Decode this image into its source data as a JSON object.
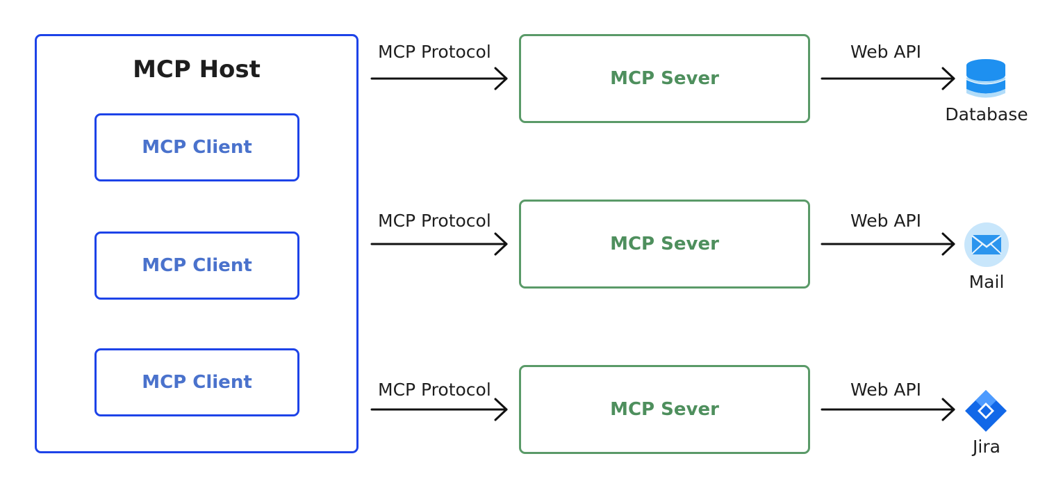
{
  "host": {
    "title": "MCP Host",
    "clients": [
      "MCP Client",
      "MCP Client",
      "MCP Client"
    ]
  },
  "rows": [
    {
      "protocol_label": "MCP Protocol",
      "server_label": "MCP Sever",
      "api_label": "Web API",
      "service_label": "Database",
      "service_icon": "database-icon"
    },
    {
      "protocol_label": "MCP Protocol",
      "server_label": "MCP Sever",
      "api_label": "Web API",
      "service_label": "Mail",
      "service_icon": "mail-icon"
    },
    {
      "protocol_label": "MCP Protocol",
      "server_label": "MCP Sever",
      "api_label": "Web API",
      "service_label": "Jira",
      "service_icon": "jira-icon"
    }
  ],
  "colors": {
    "host_border": "#1d43e8",
    "client_text": "#4a72cc",
    "server_border": "#5a9a68",
    "server_text": "#4e8f5d",
    "icon_blue": "#1e90f0"
  }
}
